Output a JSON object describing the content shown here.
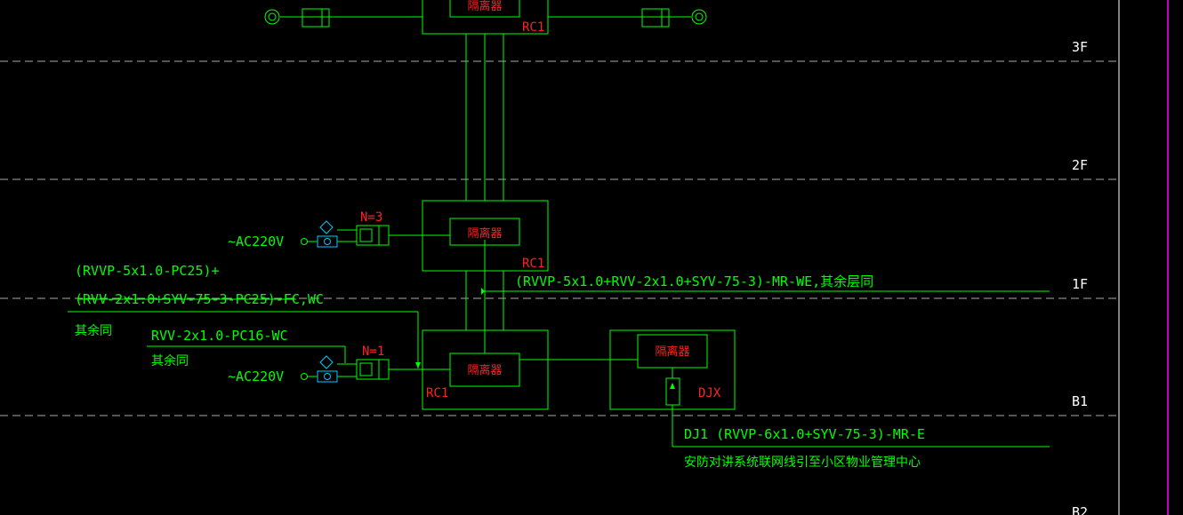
{
  "floors": {
    "f3": "3F",
    "f2": "2F",
    "f1": "1F",
    "b1": "B1",
    "b2": "B2"
  },
  "devices": {
    "isolator": "隔离器",
    "rc": "RC1",
    "djx": "DJX"
  },
  "power": {
    "ac": "~AC220V"
  },
  "counts": {
    "n3": "N=3",
    "n1": "N=1"
  },
  "cables": {
    "main_line1": "(RVVP-5x1.0-PC25)+",
    "main_line2": "(RVV-2x1.0+SYV-75-3-PC25)-FC,WC",
    "main_same": "其余同",
    "sub_line": "RVV-2x1.0-PC16-WC",
    "sub_same": "其余同",
    "riser": "(RVVP-5x1.0+RVV-2x1.0+SYV-75-3)-MR-WE,其余层同",
    "dj1": "DJ1 (RVVP-6x1.0+SYV-75-3)-MR-E",
    "network": "安防对讲系统联网线引至小区物业管理中心"
  },
  "colors": {
    "line": "#00ff00",
    "label_red": "#ff2020",
    "accent_cyan": "#00ccff",
    "floor_text": "#ffffff",
    "border_magenta": "#ff00ff"
  }
}
